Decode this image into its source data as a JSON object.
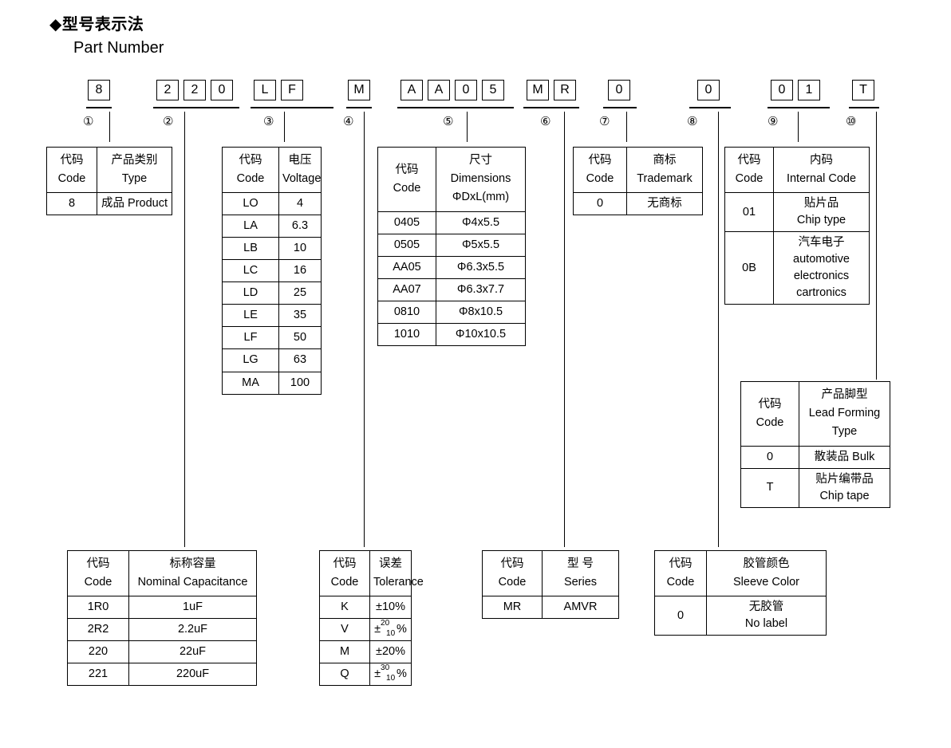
{
  "heading": {
    "bullet": "◆",
    "cn": "型号表示法",
    "en": "Part Number"
  },
  "part_number": {
    "groups": [
      {
        "index": "①",
        "chars": [
          "8"
        ]
      },
      {
        "index": "②",
        "chars": [
          "2",
          "2",
          "0"
        ]
      },
      {
        "index": "③",
        "chars": [
          "L",
          "F"
        ]
      },
      {
        "index": "④",
        "chars": [
          "M"
        ]
      },
      {
        "index": "⑤",
        "chars": [
          "A",
          "A",
          "0",
          "5"
        ]
      },
      {
        "index": "⑥",
        "chars": [
          "M",
          "R"
        ]
      },
      {
        "index": "⑦",
        "chars": [
          "0"
        ]
      },
      {
        "index": "⑧",
        "chars": [
          "0"
        ]
      },
      {
        "index": "⑨",
        "chars": [
          "0",
          "1"
        ]
      },
      {
        "index": "⑩",
        "chars": [
          "T"
        ]
      }
    ]
  },
  "common": {
    "code_cn": "代码",
    "code_en": "Code"
  },
  "tables": {
    "type": {
      "header_cn": "产品类别",
      "header_en": "Type",
      "rows": [
        {
          "code": "8",
          "value": "成品 Product"
        }
      ]
    },
    "voltage": {
      "header_cn": "电压",
      "header_en": "Voltage",
      "rows": [
        {
          "code": "LO",
          "value": "4"
        },
        {
          "code": "LA",
          "value": "6.3"
        },
        {
          "code": "LB",
          "value": "10"
        },
        {
          "code": "LC",
          "value": "16"
        },
        {
          "code": "LD",
          "value": "25"
        },
        {
          "code": "LE",
          "value": "35"
        },
        {
          "code": "LF",
          "value": "50"
        },
        {
          "code": "LG",
          "value": "63"
        },
        {
          "code": "MA",
          "value": "100"
        }
      ]
    },
    "dimensions": {
      "header_cn": "尺寸 Dimensions",
      "header_en": "ΦDxL(mm)",
      "rows": [
        {
          "code": "0405",
          "value": "Φ4x5.5"
        },
        {
          "code": "0505",
          "value": "Φ5x5.5"
        },
        {
          "code": "AA05",
          "value": "Φ6.3x5.5"
        },
        {
          "code": "AA07",
          "value": "Φ6.3x7.7"
        },
        {
          "code": "0810",
          "value": "Φ8x10.5"
        },
        {
          "code": "1010",
          "value": "Φ10x10.5"
        }
      ]
    },
    "trademark": {
      "header_cn": "商标",
      "header_en": "Trademark",
      "rows": [
        {
          "code": "0",
          "value": "无商标"
        }
      ]
    },
    "internal_code": {
      "header_cn": "内码",
      "header_en": "Internal Code",
      "rows": [
        {
          "code": "01",
          "cn": "贴片品",
          "en": "Chip type"
        },
        {
          "code": "0B",
          "cn": "汽车电子",
          "en": "automotive",
          "en2": "electronics",
          "en3": "cartronics"
        }
      ]
    },
    "lead_forming": {
      "header_cn": "产品脚型",
      "header_en": "Lead Forming",
      "header_en2": "Type",
      "rows": [
        {
          "code": "0",
          "value": "散装品 Bulk"
        },
        {
          "code": "T",
          "cn": "贴片编带品",
          "en": "Chip tape"
        }
      ]
    },
    "capacitance": {
      "header_cn": "标称容量",
      "header_en": "Nominal Capacitance",
      "rows": [
        {
          "code": "1R0",
          "value": "1uF"
        },
        {
          "code": "2R2",
          "value": "2.2uF"
        },
        {
          "code": "220",
          "value": "22uF"
        },
        {
          "code": "221",
          "value": "220uF"
        }
      ]
    },
    "tolerance": {
      "header_cn": "误差",
      "header_en": "Tolerance",
      "rows": [
        {
          "code": "K",
          "value": "±10%"
        },
        {
          "code": "V",
          "plus": "±",
          "sup": "20",
          "sub": "10",
          "pct": "%"
        },
        {
          "code": "M",
          "value": "±20%"
        },
        {
          "code": "Q",
          "plus": "±",
          "sup": "30",
          "sub": "10",
          "pct": "%"
        }
      ]
    },
    "series": {
      "header_cn": "型 号",
      "header_en": "Series",
      "rows": [
        {
          "code": "MR",
          "value": "AMVR"
        }
      ]
    },
    "sleeve_color": {
      "header_cn": "胶管颜色",
      "header_en": "Sleeve Color",
      "rows": [
        {
          "code": "0",
          "cn": "无胶管",
          "en": "No label"
        }
      ]
    }
  }
}
